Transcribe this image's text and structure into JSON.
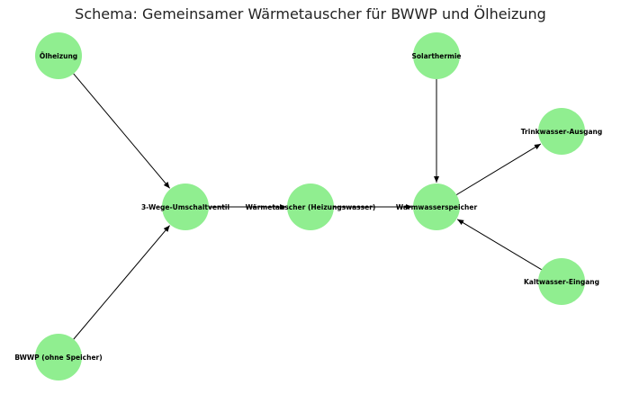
{
  "title": "Schema: Gemeinsamer Wärmetauscher für BWWP und Ölheizung",
  "colors": {
    "node_fill": "#90ee90",
    "edge": "#000000",
    "label": "#000000"
  },
  "nodes": [
    {
      "id": "oelheizung",
      "label": "Ölheizung"
    },
    {
      "id": "solarthermie",
      "label": "Solarthermie"
    },
    {
      "id": "trinkwasser",
      "label": "Trinkwasser-Ausgang"
    },
    {
      "id": "umschaltventil",
      "label": "3-Wege-Umschaltventil"
    },
    {
      "id": "waermetauscher",
      "label": "Wärmetauscher (Heizungswasser)"
    },
    {
      "id": "speicher",
      "label": "Warmwasserspeicher"
    },
    {
      "id": "kaltwasser",
      "label": "Kaltwasser-Eingang"
    },
    {
      "id": "bwwp",
      "label": "BWWP (ohne Speicher)"
    }
  ],
  "edges": [
    {
      "from": "oelheizung",
      "to": "umschaltventil"
    },
    {
      "from": "bwwp",
      "to": "umschaltventil"
    },
    {
      "from": "umschaltventil",
      "to": "waermetauscher"
    },
    {
      "from": "waermetauscher",
      "to": "speicher"
    },
    {
      "from": "solarthermie",
      "to": "speicher"
    },
    {
      "from": "speicher",
      "to": "trinkwasser"
    },
    {
      "from": "kaltwasser",
      "to": "speicher"
    }
  ]
}
